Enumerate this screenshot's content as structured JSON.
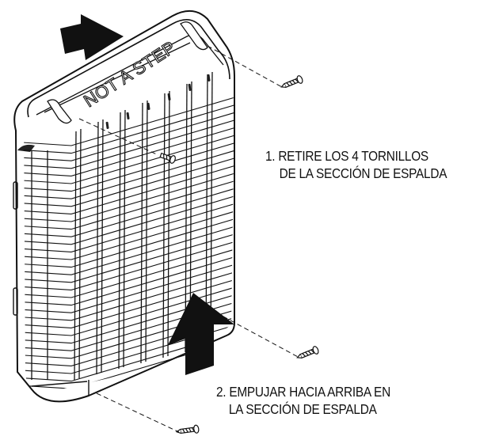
{
  "unit_label": "NOT A STEP",
  "steps": [
    {
      "line1": "1. RETIRE LOS 4 TORNILLOS",
      "line2": "DE LA SECCIÓN DE ESPALDA"
    },
    {
      "line1": "2. EMPUJAR HACIA ARRIBA EN",
      "line2": "LA SECCIÓN DE ESPALDA"
    }
  ]
}
